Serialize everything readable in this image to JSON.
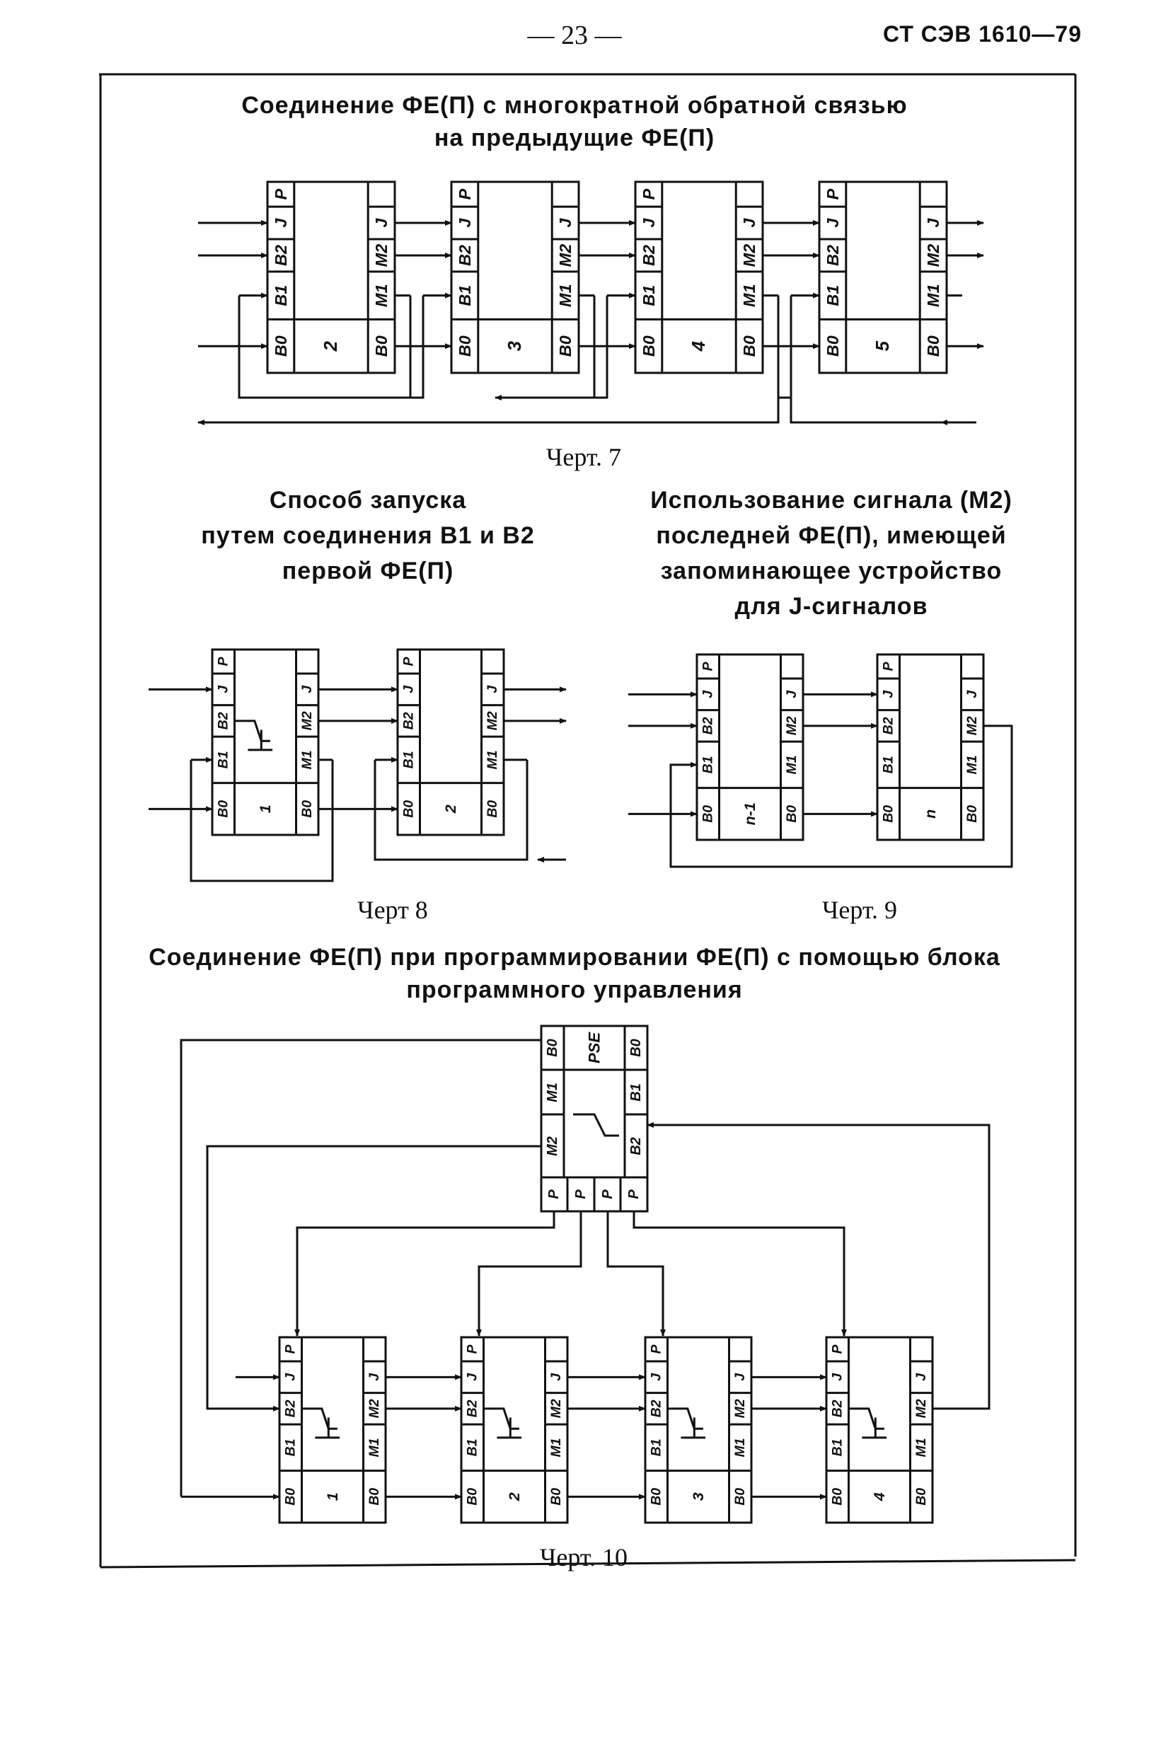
{
  "header": {
    "page_number": "— 23 —",
    "standard": "СТ СЭВ 1610—79"
  },
  "fig7": {
    "title_line1": "Соединение ФЕ(П) с многократной обратной связью",
    "title_line2": "на предыдущие ФЕ(П)",
    "caption": "Черт. 7",
    "block_numbers": [
      "2",
      "3",
      "4",
      "5"
    ]
  },
  "fig8": {
    "title_line1": "Способ запуска",
    "title_line2": "путем соединения В1 и В2",
    "title_line3": "первой ФЕ(П)",
    "caption": "Черт 8",
    "block_numbers": [
      "1",
      "2"
    ]
  },
  "fig9": {
    "title_line1": "Использование сигнала (М2)",
    "title_line2": "последней ФЕ(П), имеющей",
    "title_line3": "запоминающее устройство",
    "title_line4": "для J-сигналов",
    "caption": "Черт. 9",
    "block_numbers": [
      "n-1",
      "n"
    ]
  },
  "fig10": {
    "title_line1": "Соединение ФЕ(П) при программировании ФЕ(П) с помощью блока",
    "title_line2": "программного управления",
    "caption": "Черт. 10",
    "pse_label": "PSE",
    "block_numbers": [
      "1",
      "2",
      "3",
      "4"
    ]
  },
  "pin_labels": {
    "p": "P",
    "j": "J",
    "b1": "B1",
    "b2": "B2",
    "b0": "B0",
    "m1": "M1",
    "m2": "M2"
  }
}
